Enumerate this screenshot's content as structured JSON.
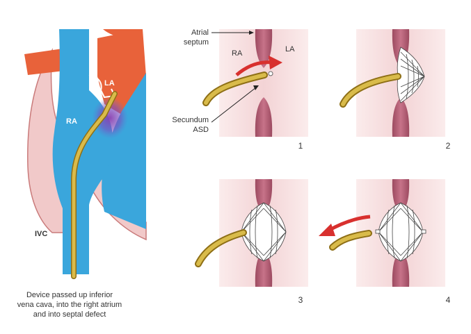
{
  "overview": {
    "labels": {
      "la": "LA",
      "ra": "RA",
      "ivc": "IVC"
    },
    "caption": [
      "Device passed up inferior",
      "vena cava, into the right atrium",
      "and into septal defect"
    ]
  },
  "steps": {
    "panel1_ra": "RA",
    "panel1_la": "LA",
    "atrial_septum": [
      "Atrial",
      "septum"
    ],
    "secundum_asd": [
      "Secundum",
      "ASD"
    ],
    "numbers": [
      "1",
      "2",
      "3",
      "4"
    ]
  },
  "colors": {
    "blue": "#3aa6dc",
    "blue_light": "#5fbae6",
    "orange": "#e8623a",
    "pink_bg": "#f6dede",
    "septum": "#b45e74",
    "catheter": "#c9a630",
    "arrow": "#d8302e"
  }
}
